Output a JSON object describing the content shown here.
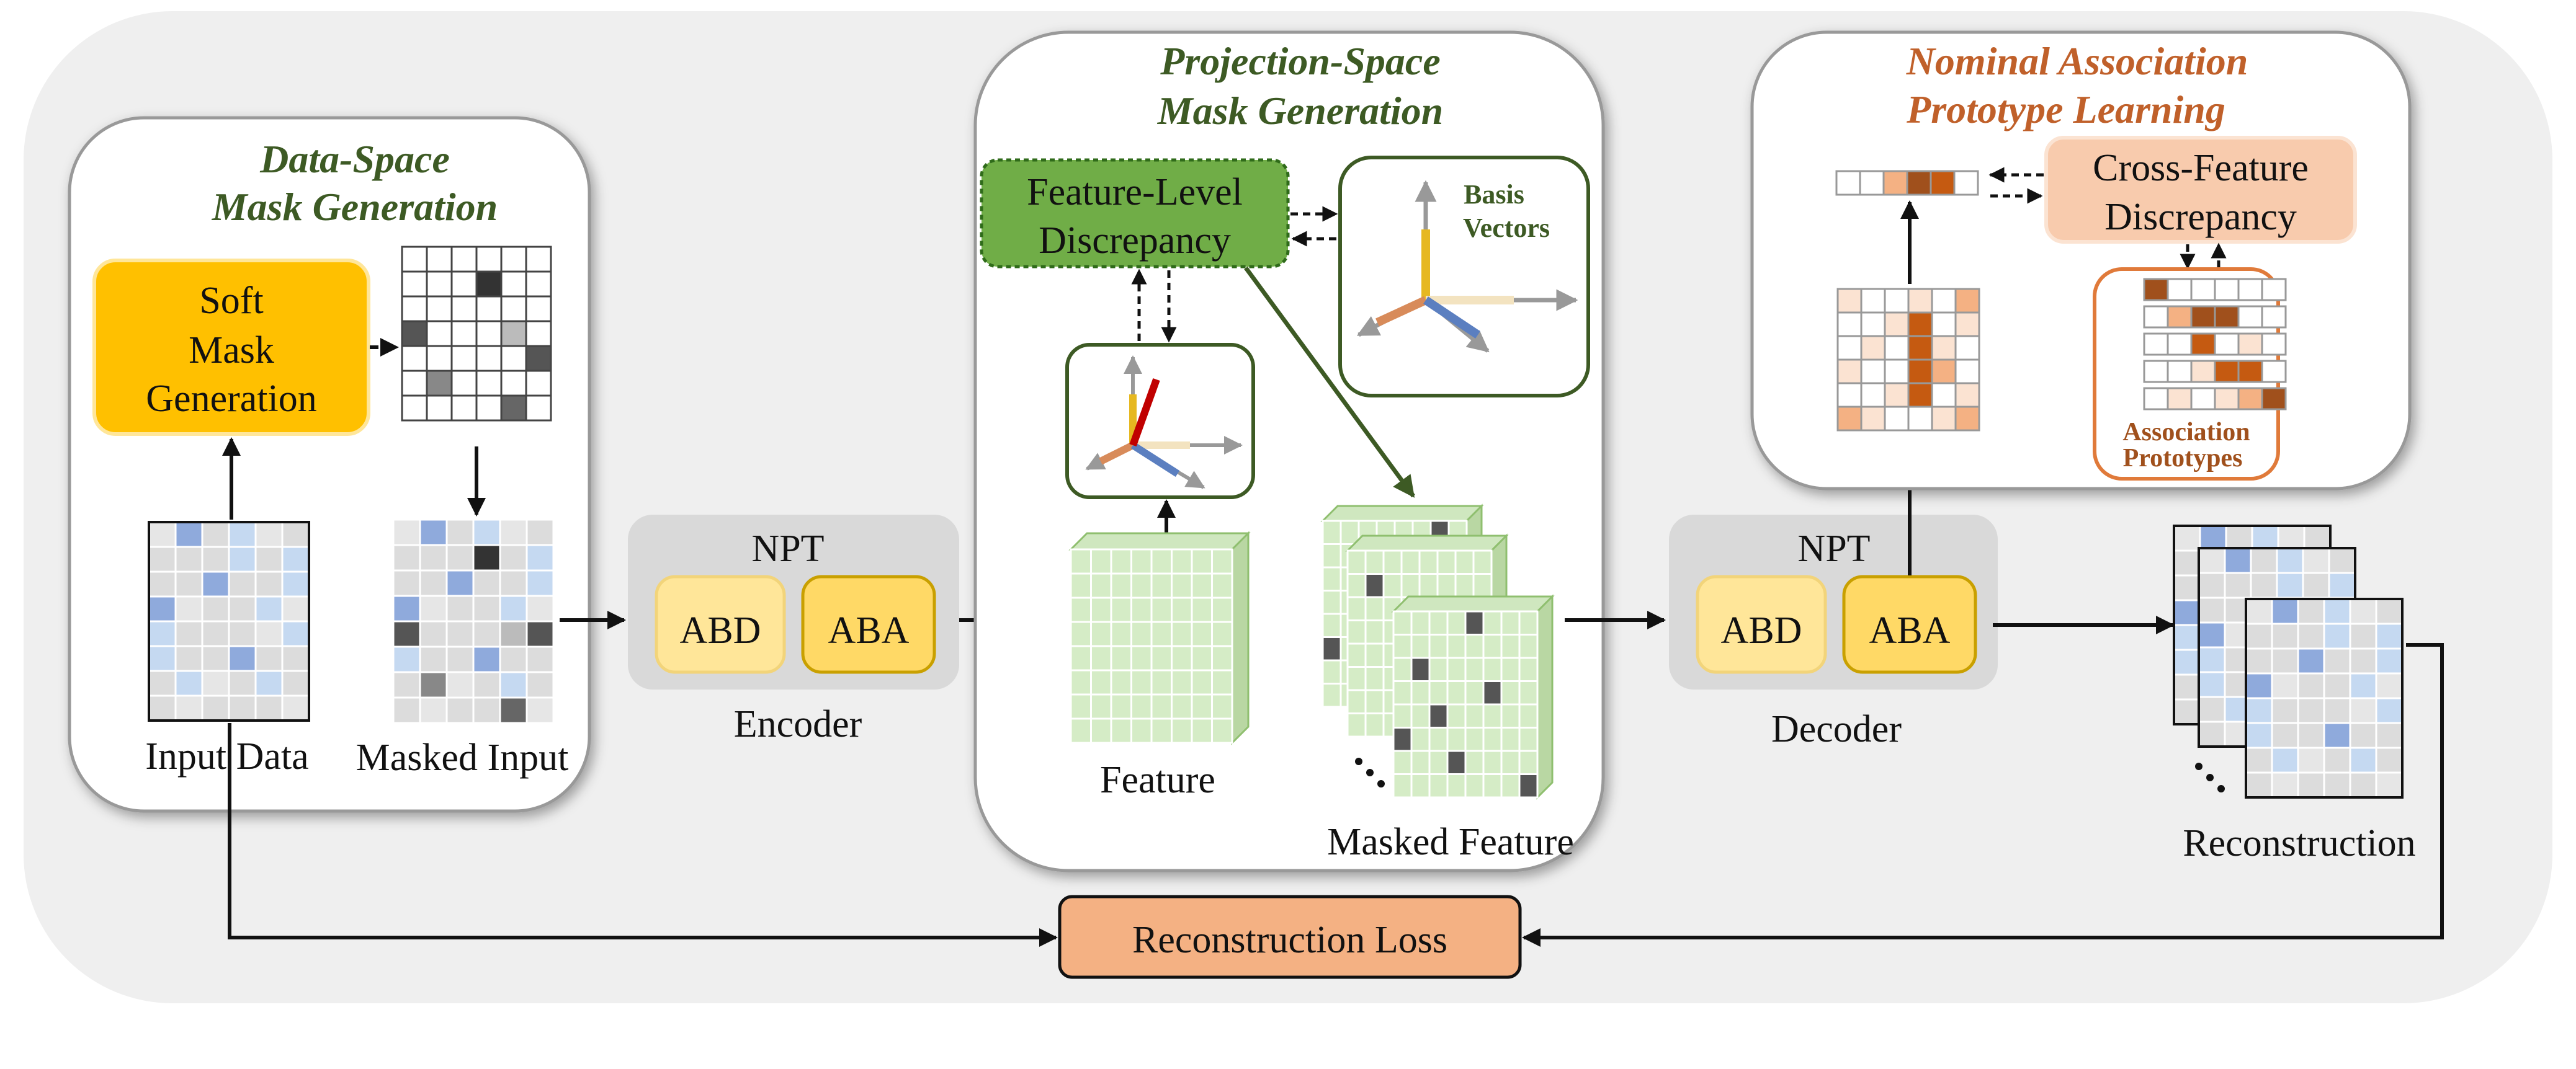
{
  "data_space": {
    "title_line1": "Data-Space",
    "title_line2": "Mask Generation",
    "soft_mask_line1": "Soft",
    "soft_mask_line2": "Mask",
    "soft_mask_line3": "Generation",
    "input_label": "Input Data",
    "masked_label": "Masked Input"
  },
  "encoder": {
    "npt": "NPT",
    "abd": "ABD",
    "aba": "ABA",
    "label": "Encoder"
  },
  "projection_space": {
    "title_line1": "Projection-Space",
    "title_line2": "Mask Generation",
    "discrepancy_line1": "Feature-Level",
    "discrepancy_line2": "Discrepancy",
    "basis_line1": "Basis",
    "basis_line2": "Vectors",
    "feature_label": "Feature",
    "masked_feature_label": "Masked Feature"
  },
  "decoder": {
    "npt": "NPT",
    "abd": "ABD",
    "aba": "ABA",
    "label": "Decoder"
  },
  "association": {
    "title_line1": "Nominal Association",
    "title_line2": "Prototype Learning",
    "cross_line1": "Cross-Feature",
    "cross_line2": "Discrepancy",
    "proto_line1": "Association",
    "proto_line2": "Prototypes"
  },
  "reconstruction_label": "Reconstruction",
  "loss_label": "Reconstruction Loss",
  "colors": {
    "panel_bg": "#efefef",
    "green_dark": "#3d5a24",
    "green_fill": "#70ad47",
    "orange_text": "#c0602a",
    "soft_mask": "#ffc000",
    "abd": "#ffe699",
    "aba": "#ffd966",
    "loss": "#f4b183",
    "cross_feature": "#f8cbad",
    "grid_blue": "#8faadc",
    "grid_light_blue": "#c5d9f1",
    "mask_dark": "#555555"
  }
}
